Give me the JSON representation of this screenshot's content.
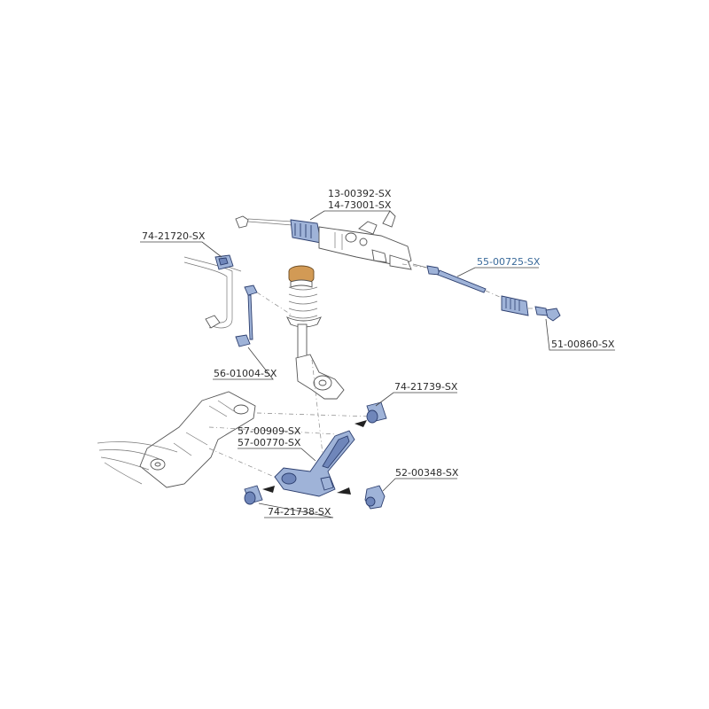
{
  "labels": {
    "rack_1": "13-00392-SX",
    "rack_2": "14-73001-SX",
    "stab_bushing": "74-21720-SX",
    "tie_rod_inner": "55-00725-SX",
    "tie_rod_end": "51-00860-SX",
    "stab_link": "56-01004-SX",
    "arm_bushing_rear": "74-21739-SX",
    "control_arm_1": "57-00909-SX",
    "control_arm_2": "57-00770-SX",
    "ball_joint": "52-00348-SX",
    "arm_bushing_front": "74-21738-SX"
  },
  "colors": {
    "part_fill": "#9fb3d8",
    "part_stroke": "#2c3e6e",
    "spring_cap": "#d29a55",
    "highlight_label": "#3a6a9a"
  }
}
